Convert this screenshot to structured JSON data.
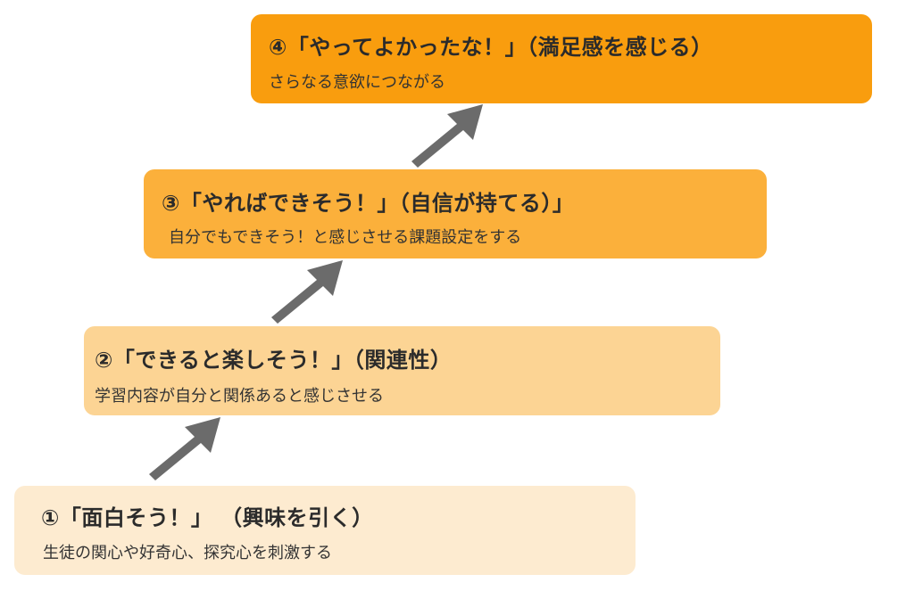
{
  "steps": [
    {
      "title": "①「面白そう！」 （興味を引く）",
      "desc": "生徒の関心や好奇心、探究心を刺激する",
      "color": "#fdebd0"
    },
    {
      "title": "②「できると楽しそう！」（関連性）",
      "desc": "学習内容が自分と関係あると感じさせる",
      "color": "#fcd494"
    },
    {
      "title": "③「やればできそう！」（自信が持てる）」",
      "desc": "自分でもできそう！と感じさせる課題設定をする",
      "color": "#fbb03b"
    },
    {
      "title": "④「やってよかったな！」（満足感を感じる）",
      "desc": "さらなる意欲につながる",
      "color": "#f99d0e"
    }
  ],
  "arrow_color": "#6b6b6b",
  "arrow_icon": "arrow-up-right-icon"
}
